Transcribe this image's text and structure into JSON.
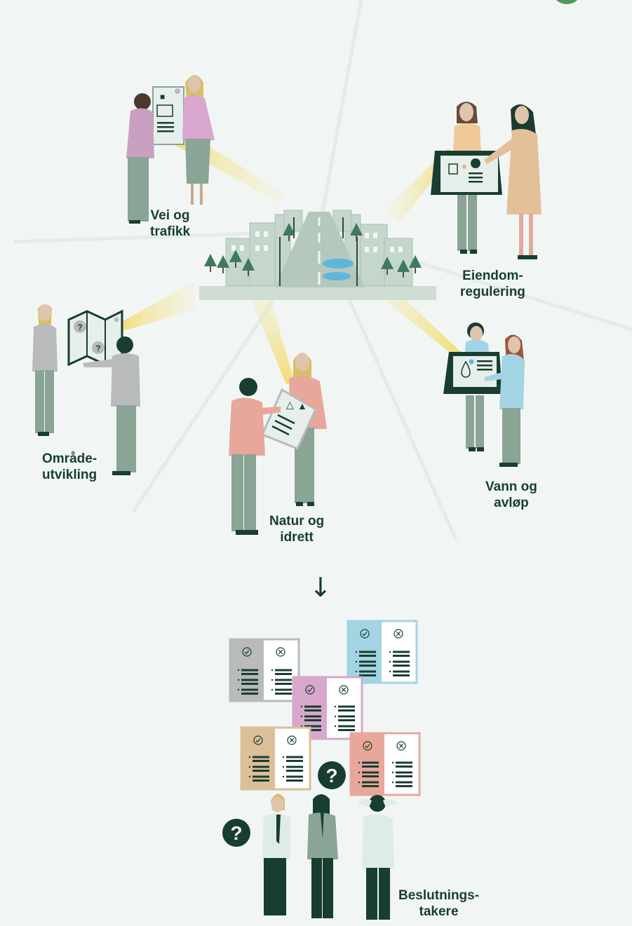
{
  "labels": {
    "vei": [
      "Vei og",
      "trafikk"
    ],
    "eiendom": [
      "Eiendom-",
      "regulering"
    ],
    "omrade": [
      "Område-",
      "utvikling"
    ],
    "natur": [
      "Natur og",
      "idrett"
    ],
    "vann": [
      "Vann og",
      "avløp"
    ],
    "beslutning": [
      "Beslutnings-",
      "takere"
    ]
  },
  "flow_arrow": "↓",
  "question_mark": "?",
  "colors": {
    "background": "#f1f6f4",
    "text": "#183d31",
    "dark_green": "#183d31",
    "sage": "#8aa496",
    "light_sage": "#cfddd5",
    "beam": "#f2e08a",
    "water": "#5fb6d8",
    "card_grey": "#b9babb",
    "card_pink": "#d7a8cb",
    "card_blue": "#a3d4e4",
    "card_tan": "#dbbf98",
    "card_salmon": "#e8a79a"
  },
  "icons": [
    "check-circle-icon",
    "x-circle-icon",
    "question-icon",
    "water-drop-icon",
    "car-icon",
    "bar-chart-icon",
    "pie-chart-icon",
    "buildings-icon",
    "tree-icon",
    "runner-icon"
  ]
}
